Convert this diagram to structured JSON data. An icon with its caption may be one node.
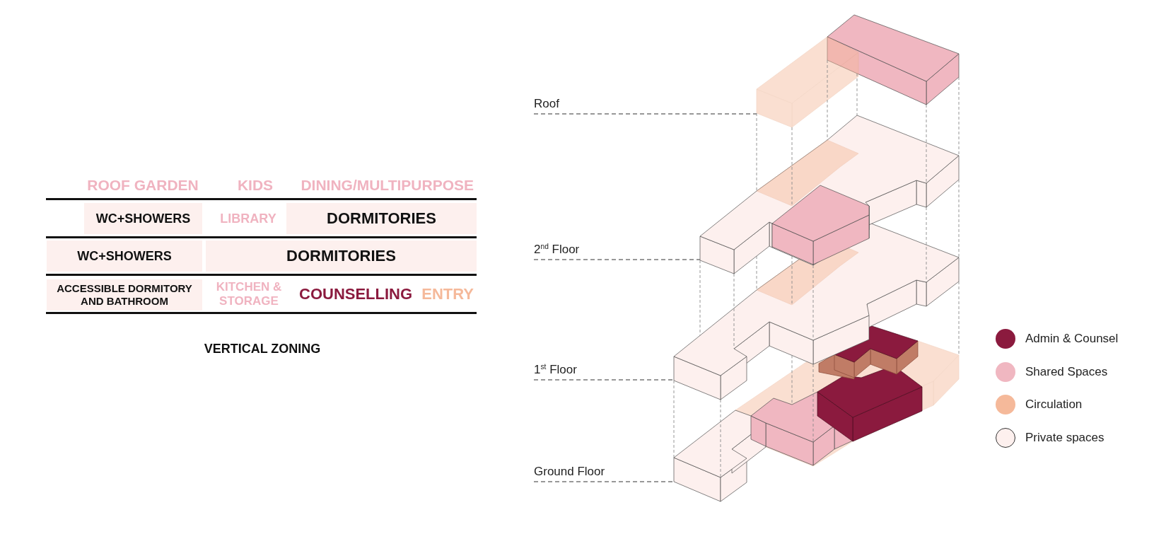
{
  "diagram": {
    "caption": "VERTICAL ZONING",
    "nodes": [
      {
        "text": [
          "WC+SHOWERS"
        ]
      },
      {
        "text": [
          "DORMITORIES"
        ]
      },
      {
        "text": [
          "WC+SHOWERS"
        ]
      },
      {
        "text": [
          "DORMITORIES"
        ]
      },
      {
        "text": [
          "ACCESSIBLE DORMITORY AND BATHROOM"
        ]
      },
      {
        "text": [
          "Roof"
        ]
      },
      {
        "text": [],
        "shape": "picture"
      },
      {
        "text": [
          "2$^{nd}$ Floor"
        ]
      },
      {
        "text": [],
        "shape": "picture"
      },
      {
        "text": [
          "1$^{st}$ Floor"
        ]
      },
      {
        "text": [],
        "shape": "picture"
      },
      {
        "text": [
          "Ground Floor"
        ]
      },
      {
        "text": [],
        "shape": "picture"
      }
    ],
    "edges": [
      {
        "from": 5,
        "to": 6,
        "arrow": "none",
        "style": "dashed"
      },
      {
        "from": 7,
        "to": 8,
        "arrow": "none",
        "style": "dashed"
      },
      {
        "from": 9,
        "to": 10,
        "arrow": "none",
        "style": "dashed"
      },
      {
        "from": 11,
        "to": 12,
        "arrow": "none",
        "style": "dashed"
      }
    ],
    "labels": [
      "ROOF GARDEN",
      "KIDS",
      "DINING/MULTIPURPOSE",
      "LIBRARY",
      "KITCHEN & STORAGE",
      "COUNSELLING",
      "ENTRY"
    ],
    "legend": [
      {
        "text": "Admin & Counsel",
        "color": "#8b1a3e"
      },
      {
        "text": "Shared Spaces",
        "color": "#f0b7c1"
      },
      {
        "text": "Circulation",
        "color": "#f5b99a"
      },
      {
        "text": "Private spaces",
        "color": "#fdf0ee"
      }
    ]
  }
}
